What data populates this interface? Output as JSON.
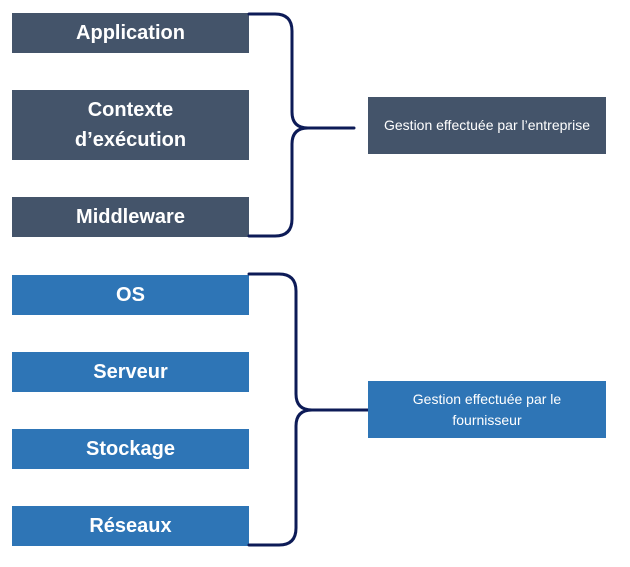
{
  "colors": {
    "enterprise_fill": "#44546a",
    "provider_fill": "#2e75b6",
    "bracket_stroke": "#0d1b57"
  },
  "enterprise_layers": [
    "Application",
    "Contexte d’exécution",
    "Middleware"
  ],
  "provider_layers": [
    "OS",
    "Serveur",
    "Stockage",
    "Réseaux"
  ],
  "labels": {
    "enterprise": "Gestion effectuée par l’entreprise",
    "provider": "Gestion effectuée par le fournisseur"
  }
}
